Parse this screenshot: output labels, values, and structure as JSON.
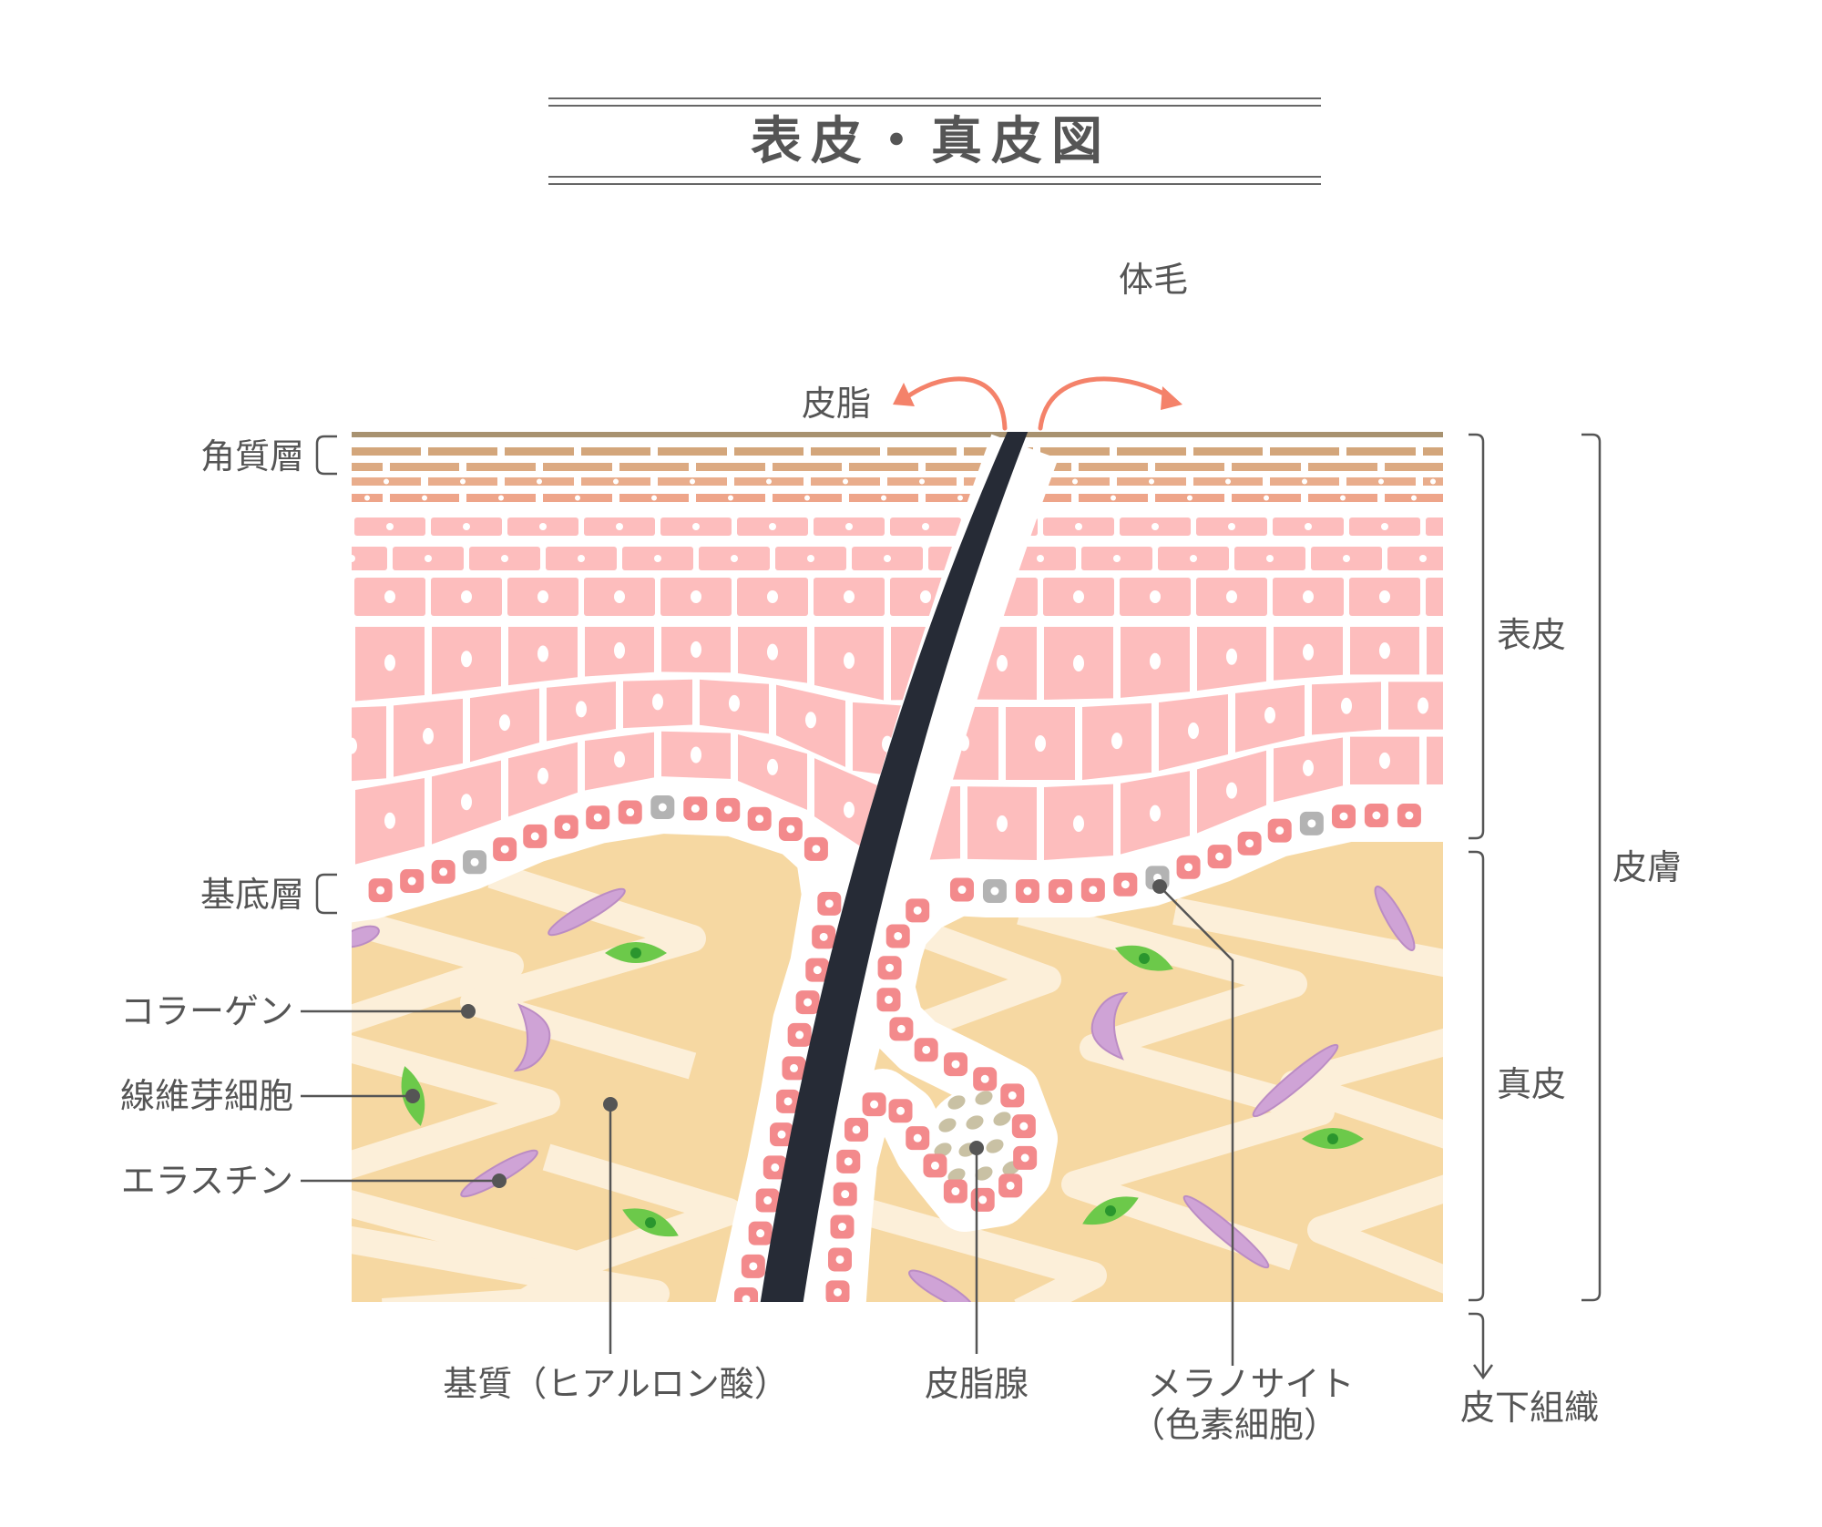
{
  "title": "表皮・真皮図",
  "labels": {
    "hair": "体毛",
    "sebum": "皮脂",
    "stratum_corneum": "角質層",
    "basal_layer": "基底層",
    "collagen": "コラーゲン",
    "fibroblast": "線維芽細胞",
    "elastin": "エラスチン",
    "ground_substance": "基質（ヒアルロン酸）",
    "sebaceous_gland": "皮脂腺",
    "melanocyte_line1": "メラノサイト",
    "melanocyte_line2": "（色素細胞）",
    "epidermis": "表皮",
    "dermis": "真皮",
    "skin": "皮膚",
    "subcutaneous": "皮下組織"
  },
  "colors": {
    "epidermis_cell": "#fdbdbd",
    "basal_cell": "#f38a8c",
    "melanocyte": "#b3b3b3",
    "dermis": "#f6d8a2",
    "dermis_band": "#fcefd9",
    "hair": "#262b36",
    "sebum_arrow": "#f4826a",
    "elastin": "#cfa3d6",
    "fibroblast": "#6cc94a"
  }
}
